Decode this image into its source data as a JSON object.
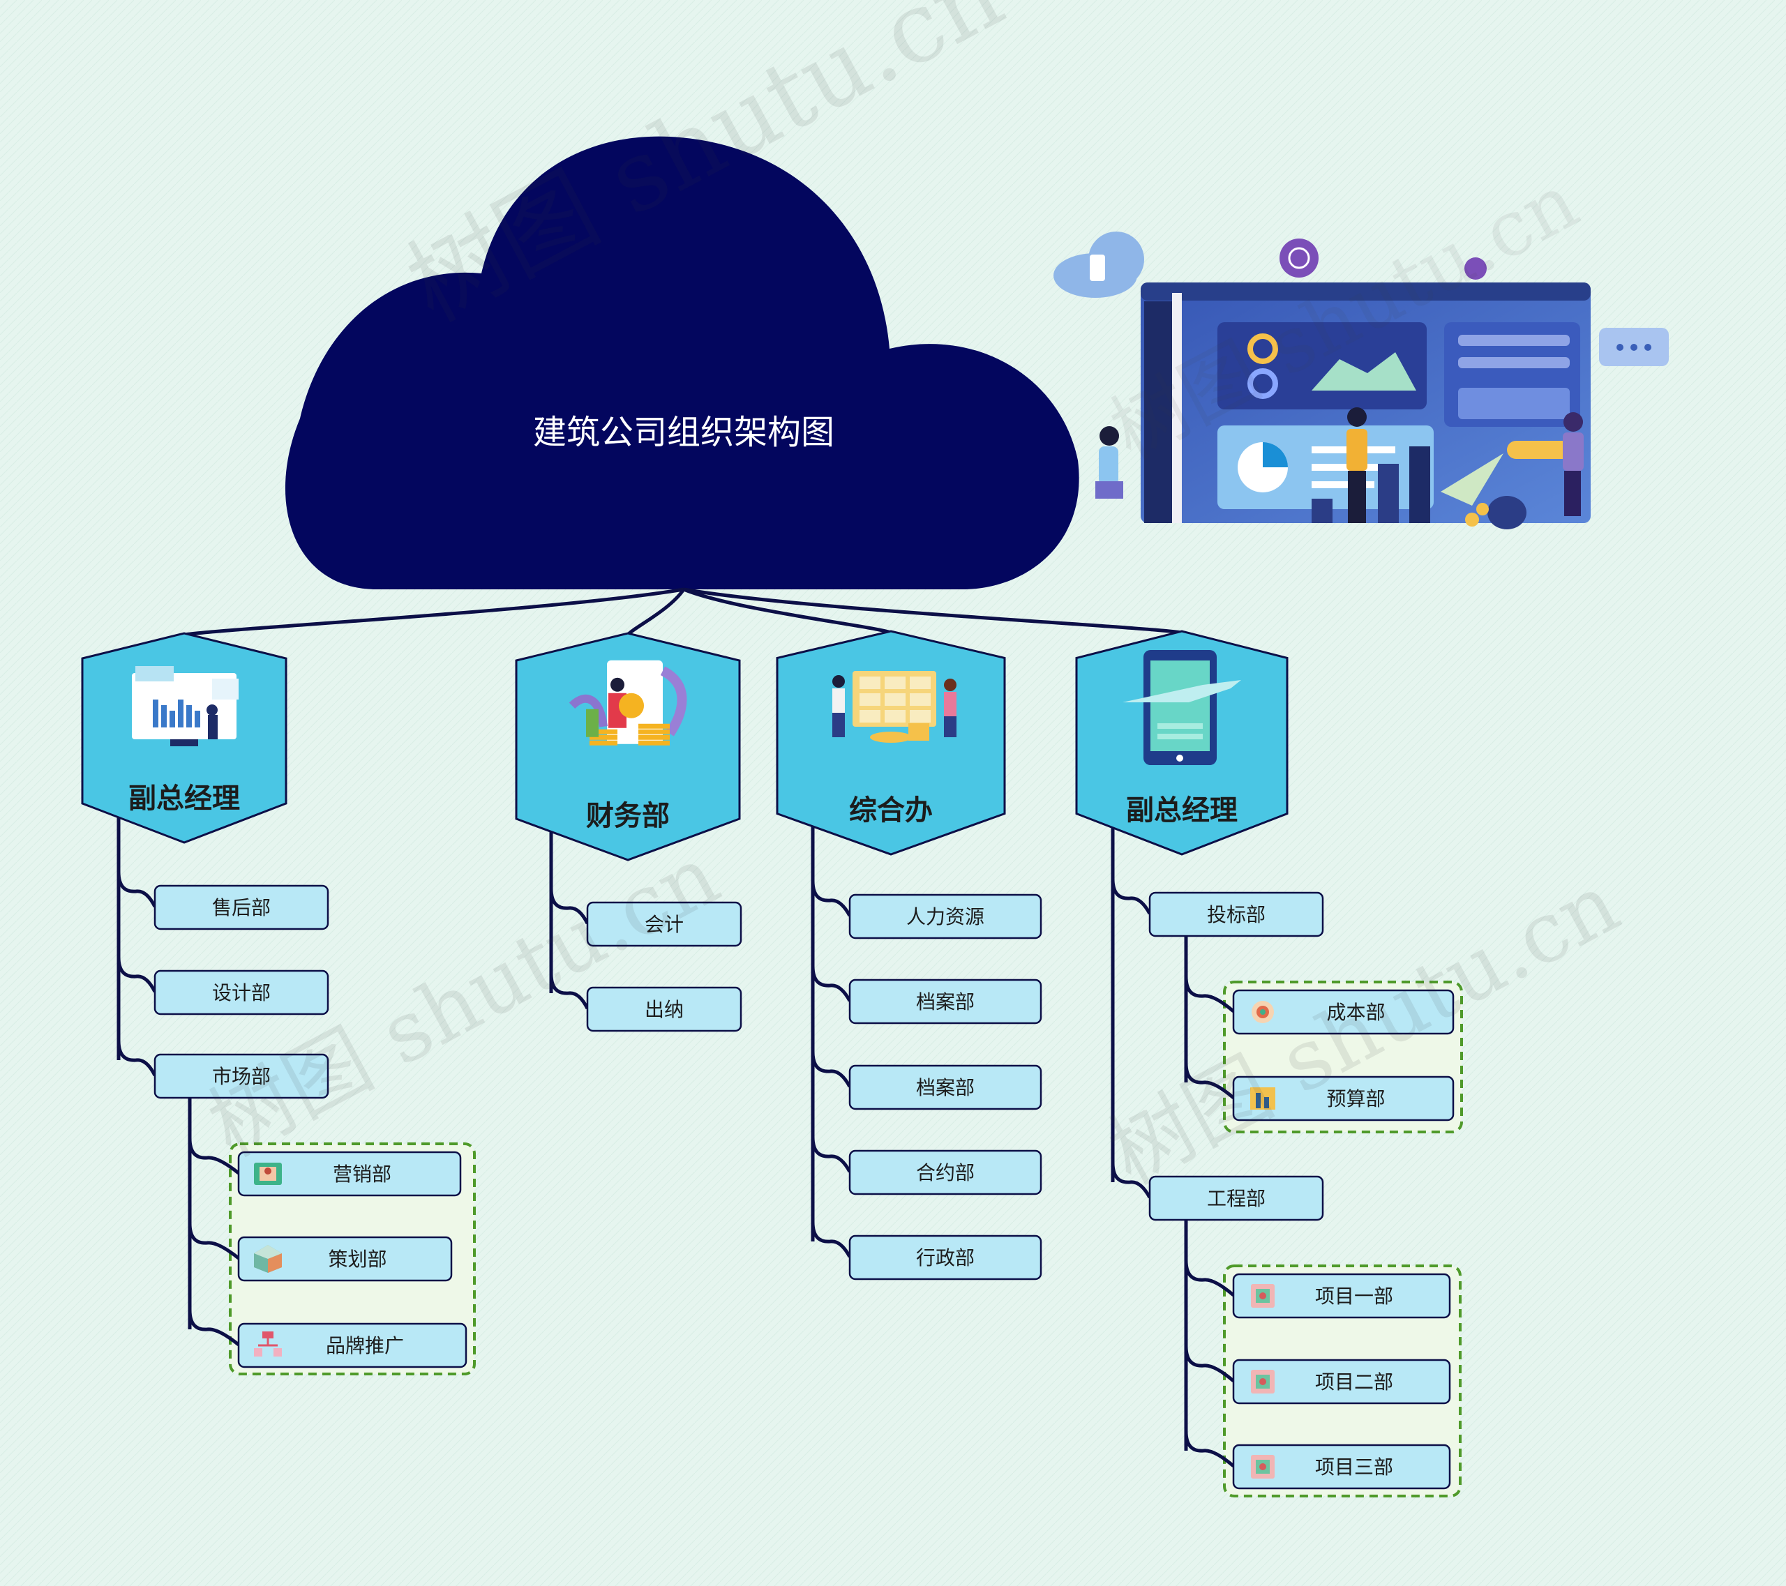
{
  "title": "建筑公司组织架构图",
  "watermark": "树图 shutu.cn",
  "colors": {
    "background": "#e6f5ef",
    "cloud": "#03065e",
    "hexagon": "#4ac6e4",
    "node_fill": "#b8e8f6",
    "line": "#0c0f47",
    "group_border": "#4f9a2a"
  },
  "branches": [
    {
      "label": "副总经理",
      "icon": "analytics-dashboard-icon",
      "children": [
        {
          "label": "售后部"
        },
        {
          "label": "设计部"
        },
        {
          "label": "市场部",
          "children": [
            {
              "label": "营销部",
              "icon": "marketing-icon"
            },
            {
              "label": "策划部",
              "icon": "cube-icon"
            },
            {
              "label": "品牌推广",
              "icon": "org-chart-icon"
            }
          ]
        }
      ]
    },
    {
      "label": "财务部",
      "icon": "finance-coins-icon",
      "children": [
        {
          "label": "会计"
        },
        {
          "label": "出纳"
        }
      ]
    },
    {
      "label": "综合办",
      "icon": "office-board-icon",
      "children": [
        {
          "label": "人力资源"
        },
        {
          "label": "档案部"
        },
        {
          "label": "档案部"
        },
        {
          "label": "合约部"
        },
        {
          "label": "行政部"
        }
      ]
    },
    {
      "label": "副总经理",
      "icon": "mobile-travel-icon",
      "children": [
        {
          "label": "投标部",
          "children": [
            {
              "label": "成本部",
              "icon": "target-icon"
            },
            {
              "label": "预算部",
              "icon": "budget-icon"
            }
          ]
        },
        {
          "label": "工程部",
          "children": [
            {
              "label": "项目一部",
              "icon": "project-icon"
            },
            {
              "label": "项目二部",
              "icon": "project-icon"
            },
            {
              "label": "项目三部",
              "icon": "project-icon"
            }
          ]
        }
      ]
    }
  ]
}
